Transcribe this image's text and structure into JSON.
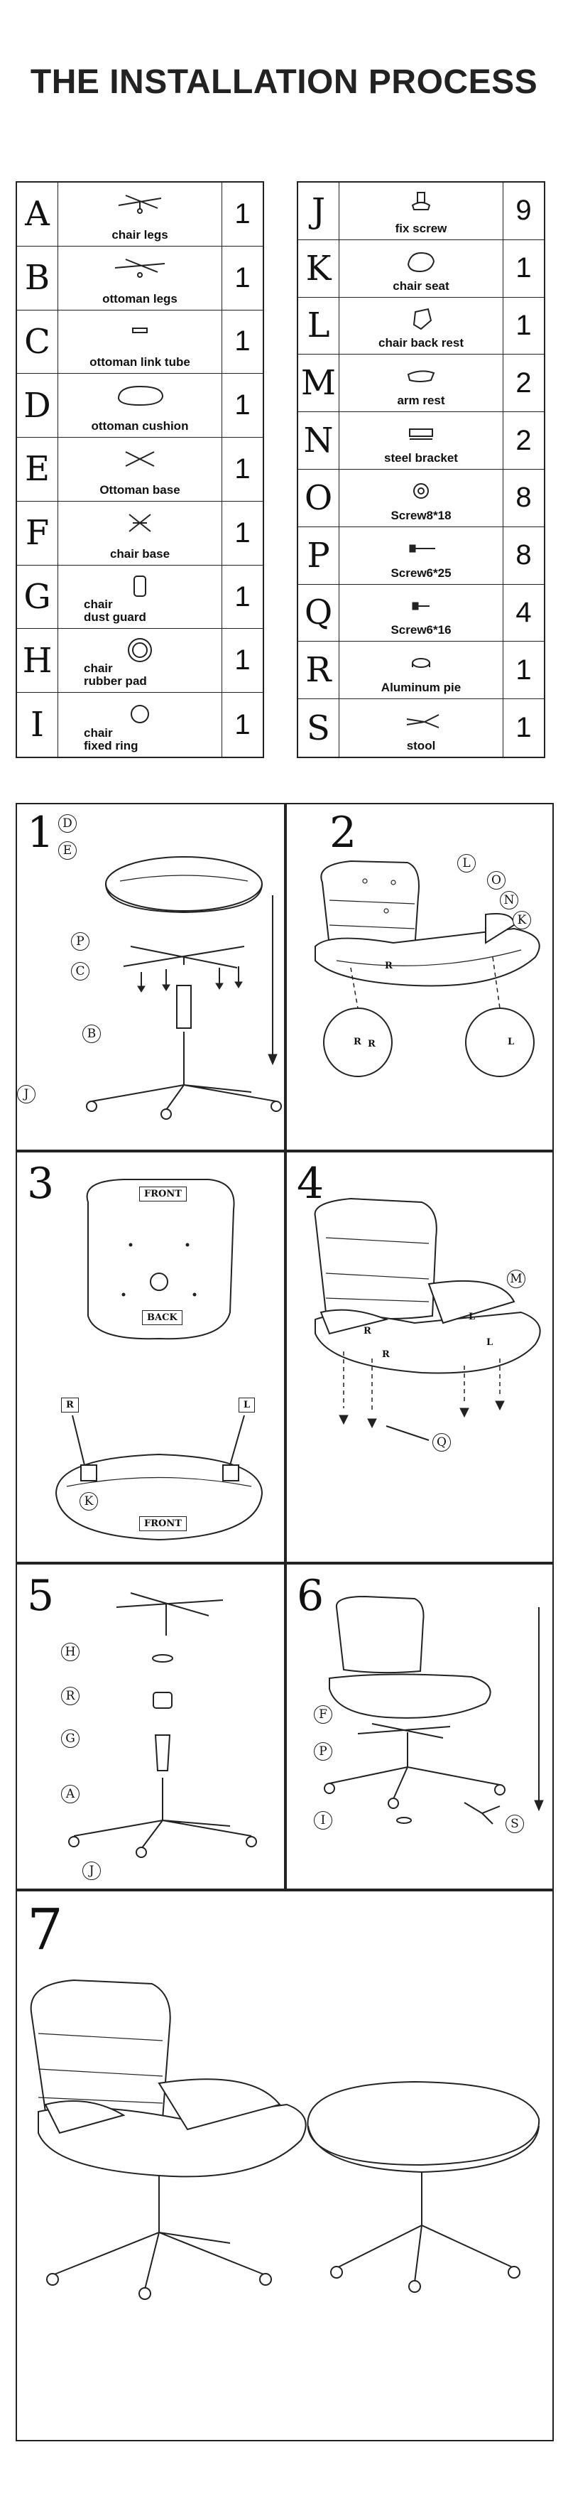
{
  "title": "THE INSTALLATION PROCESS",
  "parts_left": [
    {
      "letter": "A",
      "name": "chair legs",
      "qty": "1",
      "icon": "chair-legs-icon"
    },
    {
      "letter": "B",
      "name": "ottoman  legs",
      "qty": "1",
      "icon": "ottoman-legs-icon"
    },
    {
      "letter": "C",
      "name": "ottoman link  tube",
      "qty": "1",
      "icon": "link-tube-icon"
    },
    {
      "letter": "D",
      "name": "ottoman  cushion",
      "qty": "1",
      "icon": "cushion-icon"
    },
    {
      "letter": "E",
      "name": "Ottoman  base",
      "qty": "1",
      "icon": "ottoman-base-icon"
    },
    {
      "letter": "F",
      "name": "chair base",
      "qty": "1",
      "icon": "chair-base-icon"
    },
    {
      "letter": "G",
      "name": "chair\ndust guard",
      "qty": "1",
      "icon": "dust-guard-icon"
    },
    {
      "letter": "H",
      "name": "chair\nrubber pad",
      "qty": "1",
      "icon": "rubber-pad-icon"
    },
    {
      "letter": "I",
      "name": "chair\nfixed ring",
      "qty": "1",
      "icon": "fixed-ring-icon"
    }
  ],
  "parts_right": [
    {
      "letter": "J",
      "name": "fix  screw",
      "qty": "9",
      "icon": "fix-screw-icon"
    },
    {
      "letter": "K",
      "name": "chair seat",
      "qty": "1",
      "icon": "chair-seat-icon"
    },
    {
      "letter": "L",
      "name": "chair back rest",
      "qty": "1",
      "icon": "back-rest-icon"
    },
    {
      "letter": "M",
      "name": "arm  rest",
      "qty": "2",
      "icon": "arm-rest-icon"
    },
    {
      "letter": "N",
      "name": "steel bracket",
      "qty": "2",
      "icon": "steel-bracket-icon"
    },
    {
      "letter": "O",
      "name": "Screw8*18",
      "qty": "8",
      "icon": "screw-washer-icon"
    },
    {
      "letter": "P",
      "name": "Screw6*25",
      "qty": "8",
      "icon": "screw-long-icon"
    },
    {
      "letter": "Q",
      "name": "Screw6*16",
      "qty": "4",
      "icon": "screw-short-icon"
    },
    {
      "letter": "R",
      "name": "Aluminum pie",
      "qty": "1",
      "icon": "aluminum-pie-icon"
    },
    {
      "letter": "S",
      "name": "stool",
      "qty": "1",
      "icon": "pliers-icon"
    }
  ],
  "steps": {
    "s1": {
      "num": "1",
      "labels": [
        "D",
        "E",
        "P",
        "C",
        "B",
        "J"
      ]
    },
    "s2": {
      "num": "2",
      "labels": [
        "L",
        "O",
        "N",
        "K",
        "R",
        "R",
        "L",
        "R"
      ]
    },
    "s3": {
      "num": "3",
      "front": "FRONT",
      "back": "BACK",
      "front2": "FRONT",
      "labels": [
        "R",
        "L",
        "K"
      ]
    },
    "s4": {
      "num": "4",
      "labels": [
        "M",
        "Q",
        "R",
        "R",
        "L",
        "L"
      ]
    },
    "s5": {
      "num": "5",
      "labels": [
        "H",
        "R",
        "G",
        "A",
        "J"
      ]
    },
    "s6": {
      "num": "6",
      "labels": [
        "F",
        "P",
        "I",
        "S"
      ]
    },
    "s7": {
      "num": "7"
    }
  }
}
